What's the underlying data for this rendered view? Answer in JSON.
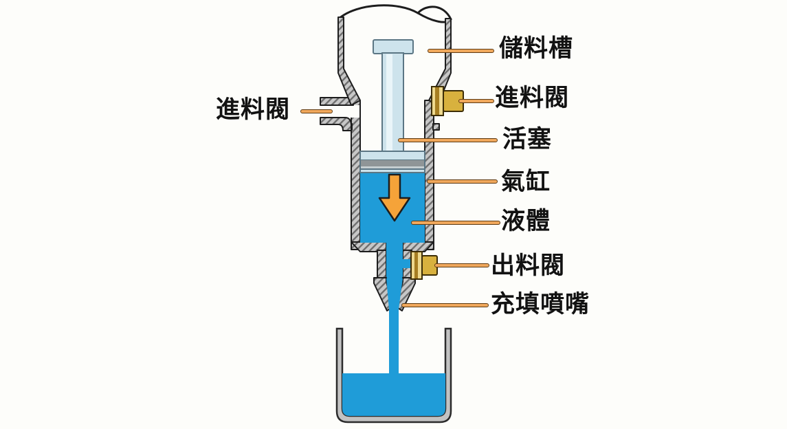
{
  "diagram": {
    "labels": {
      "storage_tank": "儲料槽",
      "feed_valve_left": "進料閥",
      "feed_valve_right": "進料閥",
      "piston": "活塞",
      "cylinder": "氣缸",
      "liquid": "液體",
      "discharge_valve": "出料閥",
      "filling_nozzle": "充填噴嘴"
    }
  },
  "colors": {
    "background": "#fdfdfa",
    "outline": "#1d1d1d",
    "wall_gray": "#c7c7c7",
    "wall_hatch": "#6e6e6e",
    "liquid_blue": "#1f9cd8",
    "pale_blue": "#cde3ec",
    "pale_highlight": "#eaf5f9",
    "pale_stroke": "#5b7684",
    "piston_band_dark": "#8f9597",
    "piston_band_light": "#c5ced1",
    "brass": "#d8b13e",
    "brass_light": "#eed98e",
    "brass_dark": "#a67e22",
    "brass_stroke": "#3d2e07",
    "leader_orange": "#f0a85c",
    "leader_border": "#5d3a12",
    "arrow_orange": "#f5a339",
    "beaker_gray": "#c2c2c2",
    "beaker_stroke": "#2b2b2b",
    "label_text": "#121212"
  }
}
